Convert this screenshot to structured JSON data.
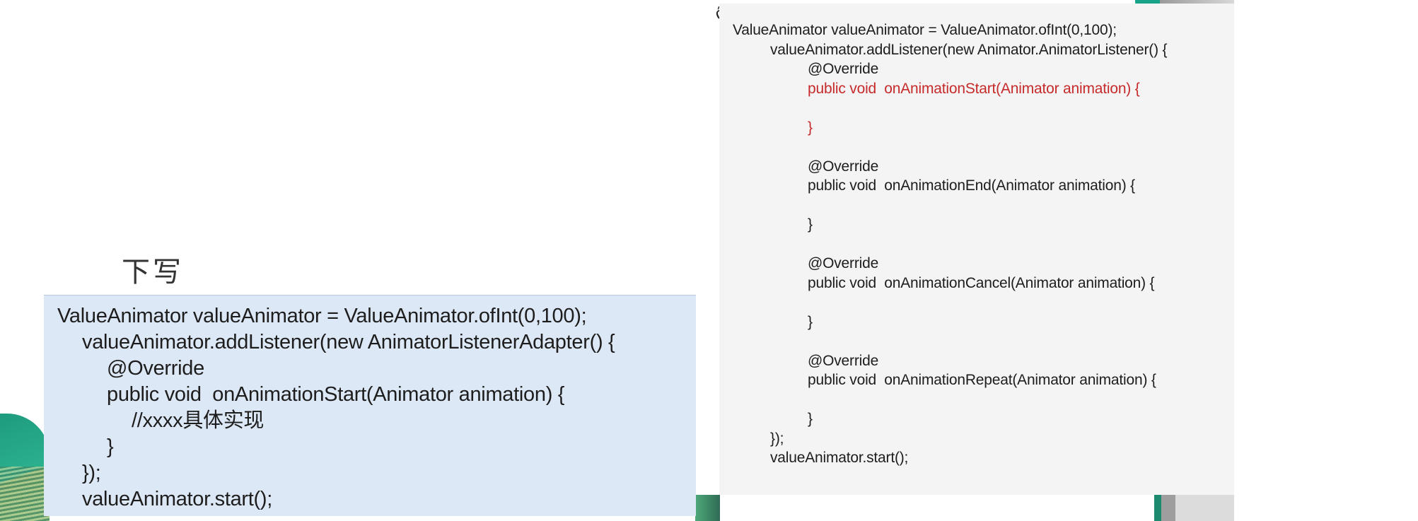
{
  "left_slide": {
    "heading": "下写",
    "code_lines": [
      {
        "indent": 0,
        "text": "ValueAnimator valueAnimator = ValueAnimator.ofInt(0,100);"
      },
      {
        "indent": 1,
        "text": "valueAnimator.addListener(new AnimatorListenerAdapter() {"
      },
      {
        "indent": 2,
        "text": "@Override"
      },
      {
        "indent": 2,
        "text": "public void  onAnimationStart(Animator animation) {"
      },
      {
        "indent": 3,
        "text": "//xxxx具体实现"
      },
      {
        "indent": 2,
        "text": "}"
      },
      {
        "indent": 1,
        "text": "});"
      },
      {
        "indent": 1,
        "text": "valueAnimator.start();"
      }
    ]
  },
  "right_slide": {
    "cursor_glyph": "ć",
    "code_lines": [
      {
        "indent": 0,
        "text": "ValueAnimator valueAnimator = ValueAnimator.ofInt(0,100);",
        "highlight": false
      },
      {
        "indent": 1,
        "text": "valueAnimator.addListener(new Animator.AnimatorListener() {",
        "highlight": false
      },
      {
        "indent": 2,
        "text": "@Override",
        "highlight": false
      },
      {
        "indent": 2,
        "text": "public void  onAnimationStart(Animator animation) {",
        "highlight": true
      },
      {
        "indent": 2,
        "text": "",
        "highlight": false
      },
      {
        "indent": 2,
        "text": "}",
        "highlight": true
      },
      {
        "indent": 2,
        "text": "",
        "highlight": false
      },
      {
        "indent": 2,
        "text": "@Override",
        "highlight": false
      },
      {
        "indent": 2,
        "text": "public void  onAnimationEnd(Animator animation) {",
        "highlight": false
      },
      {
        "indent": 2,
        "text": "",
        "highlight": false
      },
      {
        "indent": 2,
        "text": "}",
        "highlight": false
      },
      {
        "indent": 2,
        "text": "",
        "highlight": false
      },
      {
        "indent": 2,
        "text": "@Override",
        "highlight": false
      },
      {
        "indent": 2,
        "text": "public void  onAnimationCancel(Animator animation) {",
        "highlight": false
      },
      {
        "indent": 2,
        "text": "",
        "highlight": false
      },
      {
        "indent": 2,
        "text": "}",
        "highlight": false
      },
      {
        "indent": 2,
        "text": "",
        "highlight": false
      },
      {
        "indent": 2,
        "text": "@Override",
        "highlight": false
      },
      {
        "indent": 2,
        "text": "public void  onAnimationRepeat(Animator animation) {",
        "highlight": false
      },
      {
        "indent": 2,
        "text": "",
        "highlight": false
      },
      {
        "indent": 2,
        "text": "}",
        "highlight": false
      },
      {
        "indent": 1,
        "text": "});",
        "highlight": false
      },
      {
        "indent": 1,
        "text": "valueAnimator.start();",
        "highlight": false
      }
    ],
    "highlight_color": "#c62a2a"
  }
}
